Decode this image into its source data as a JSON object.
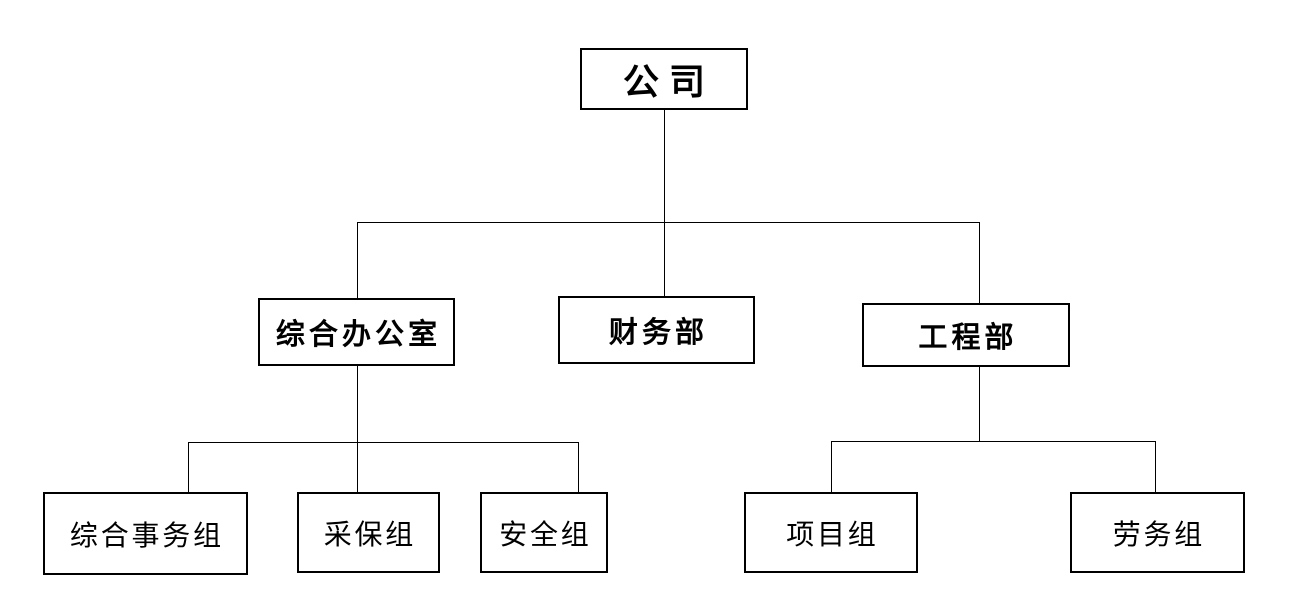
{
  "diagram": {
    "type": "organization-chart",
    "background_color": "#ffffff",
    "line_color": "#000000",
    "text_color": "#000000",
    "nodes": {
      "company": {
        "label": "公司",
        "level": 1
      },
      "general_office": {
        "label": "综合办公室",
        "level": 2,
        "parent": "公司"
      },
      "finance_dept": {
        "label": "财务部",
        "level": 2,
        "parent": "公司"
      },
      "engineering_dept": {
        "label": "工程部",
        "level": 2,
        "parent": "公司"
      },
      "general_affairs_group": {
        "label": "综合事务组",
        "level": 3,
        "parent": "综合办公室"
      },
      "procurement_group": {
        "label": "采保组",
        "level": 3,
        "parent": "综合办公室"
      },
      "safety_group": {
        "label": "安全组",
        "level": 3,
        "parent": "综合办公室"
      },
      "project_group": {
        "label": "项目组",
        "level": 3,
        "parent": "工程部"
      },
      "labor_group": {
        "label": "劳务组",
        "level": 3,
        "parent": "工程部"
      }
    },
    "hierarchy": {
      "公司": {
        "综合办公室": [
          "综合事务组",
          "采保组",
          "安全组"
        ],
        "财务部": [],
        "工程部": [
          "项目组",
          "劳务组"
        ]
      }
    }
  }
}
